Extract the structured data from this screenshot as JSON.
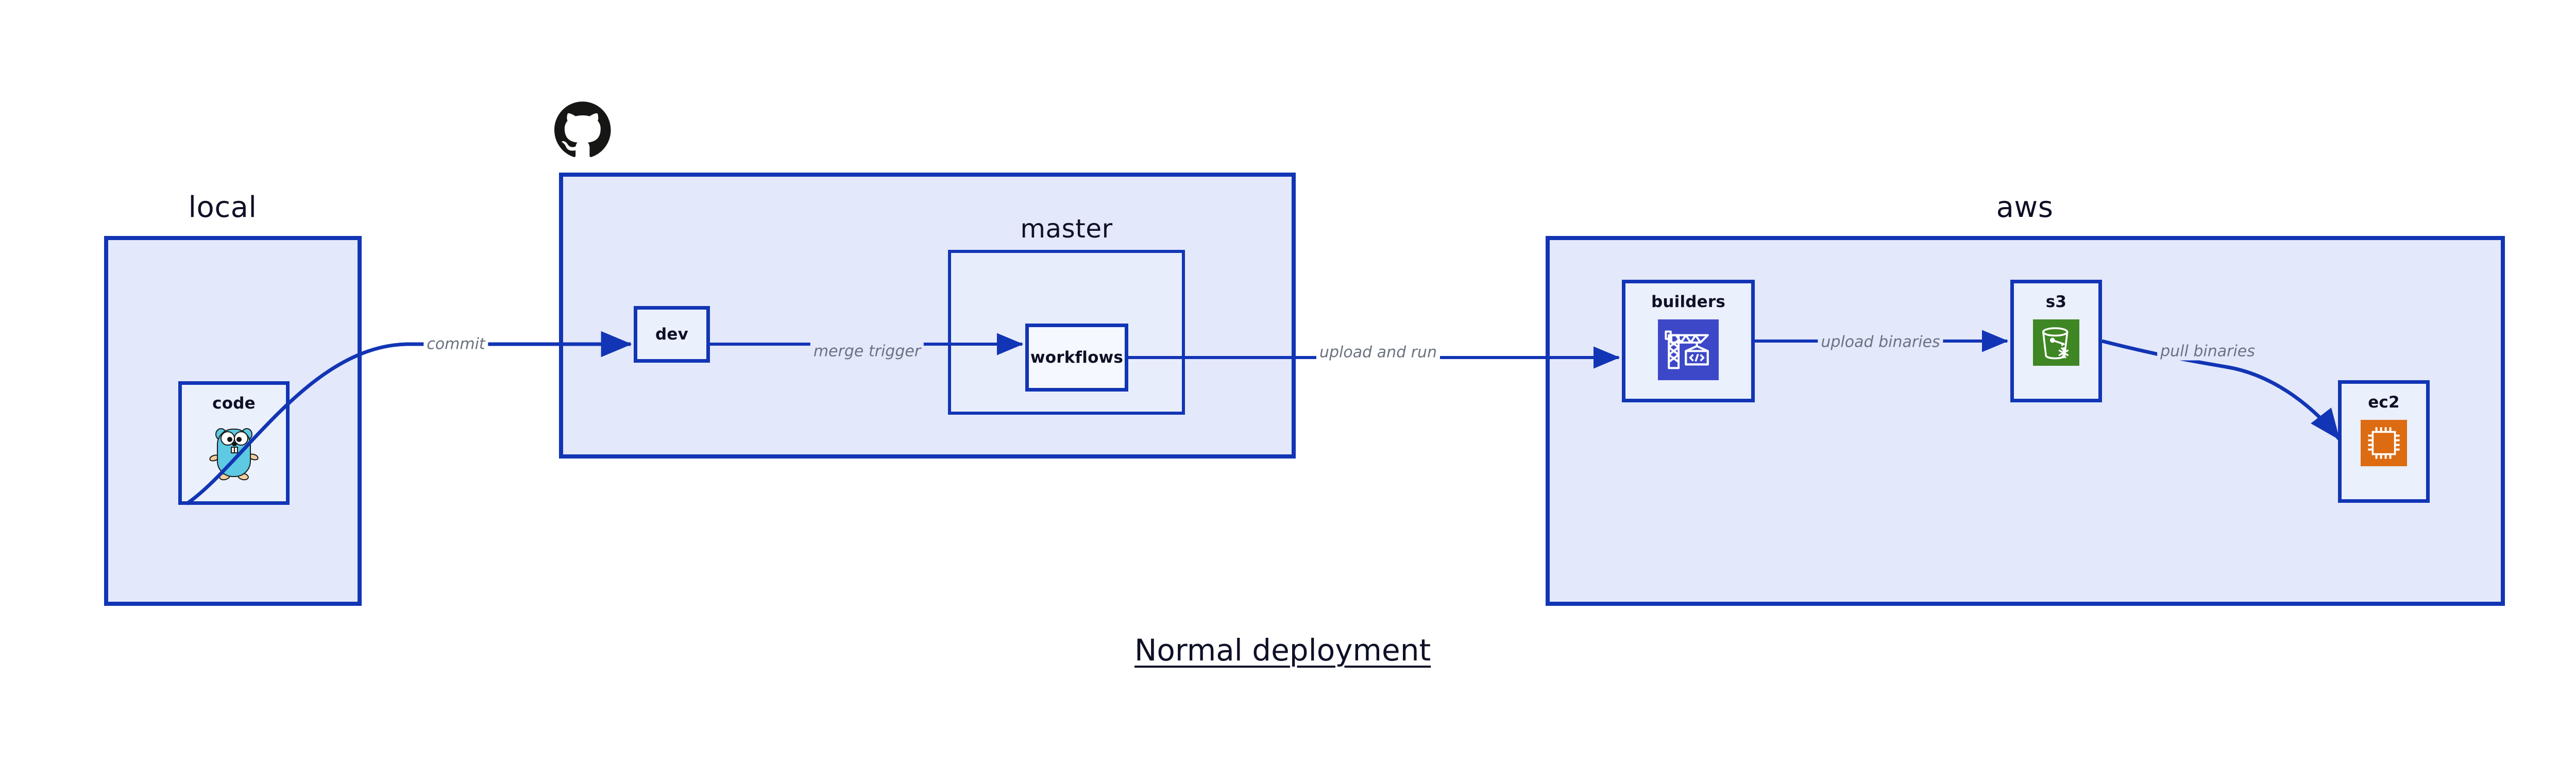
{
  "diagram": {
    "title": "Normal deployment",
    "groups": [
      {
        "id": "local",
        "label": "local"
      },
      {
        "id": "github",
        "label": "github"
      },
      {
        "id": "aws",
        "label": "aws"
      }
    ],
    "subgroups": [
      {
        "id": "master",
        "label": "master",
        "parent": "github"
      }
    ],
    "nodes": [
      {
        "id": "code",
        "label": "code",
        "parent": "local",
        "icon": "go-gopher-icon"
      },
      {
        "id": "dev",
        "label": "dev",
        "parent": "github",
        "icon": "none"
      },
      {
        "id": "workflows",
        "label": "workflows",
        "parent": "master",
        "icon": "none"
      },
      {
        "id": "builders",
        "label": "builders",
        "parent": "aws",
        "icon": "aws-builders-crane-icon"
      },
      {
        "id": "s3",
        "label": "s3",
        "parent": "aws",
        "icon": "aws-s3-bucket-icon"
      },
      {
        "id": "ec2",
        "label": "ec2",
        "parent": "aws",
        "icon": "aws-ec2-chip-icon"
      }
    ],
    "edges": [
      {
        "id": "code-dev",
        "from": "code",
        "to": "dev",
        "label": "commit"
      },
      {
        "id": "dev-workflows",
        "from": "dev",
        "to": "workflows",
        "label": "merge trigger"
      },
      {
        "id": "workflows-builders",
        "from": "workflows",
        "to": "builders",
        "label": "upload and run"
      },
      {
        "id": "builders-s3",
        "from": "builders",
        "to": "s3",
        "label": "upload binaries"
      },
      {
        "id": "s3-ec2",
        "from": "s3",
        "to": "ec2",
        "label": "pull binaries"
      }
    ],
    "logos": [
      {
        "id": "github-logo",
        "icon": "github-octocat-icon",
        "for": "github"
      }
    ],
    "colors": {
      "group_fill": "#e3e8fb",
      "subgroup_fill": "#e8edfb",
      "node_fill": "#eaf0fc",
      "border": "#1235b5",
      "edge": "#1235b5",
      "edge_label": "#6b7280",
      "text": "#0d1026",
      "builders_icon_bg": "#3d48c8",
      "s3_icon_bg": "#3f8624",
      "ec2_icon_bg": "#dd6b12",
      "gopher_body": "#5dc9e2",
      "octocat": "#161614",
      "background": "#ffffff"
    }
  }
}
